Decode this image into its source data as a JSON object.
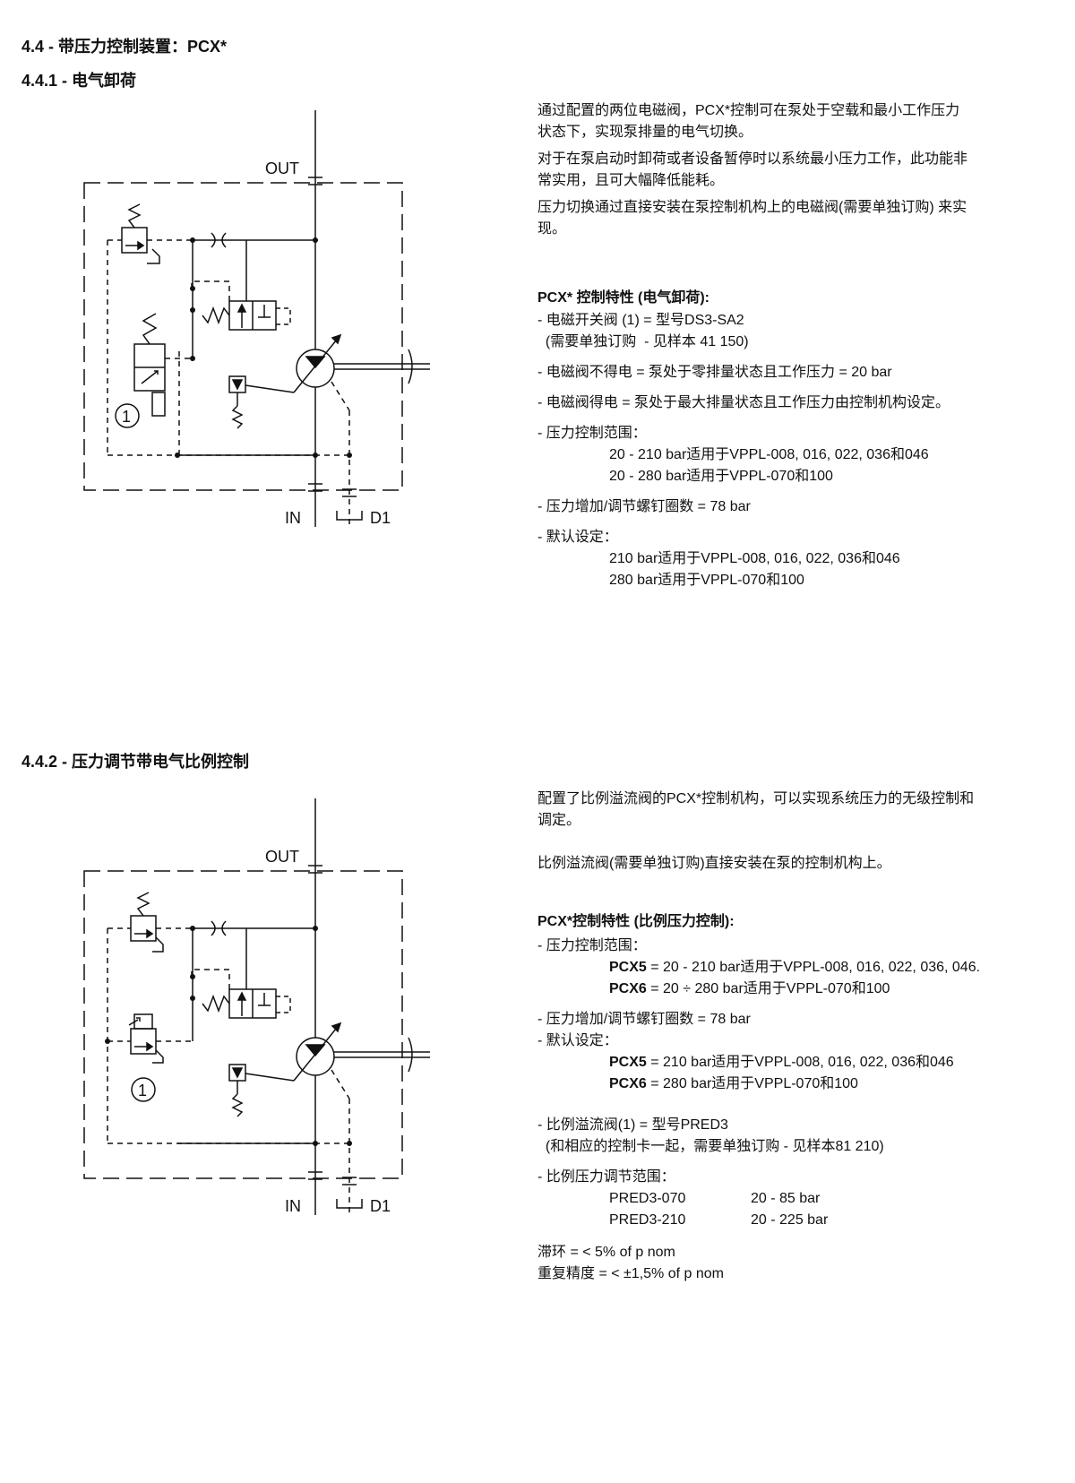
{
  "section_title": "4.4 - 带压力控制装置：PCX*",
  "s1": {
    "title": "4.4.1 - 电气卸荷",
    "intro": [
      "通过配置的两位电磁阀，PCX*控制可在泵处于空载和最小工作压力",
      "状态下，实现泵排量的电气切换。",
      "对于在泵启动时卸荷或者设备暂停时以系统最小压力工作，此功能非",
      "常实用，且可大幅降低能耗。",
      "压力切换通过直接安装在泵控制机构上的电磁阀(需要单独订购) 来实",
      "现。"
    ],
    "spec_title": "PCX* 控制特性 (电气卸荷):",
    "lines": [
      "- 电磁开关阀 (1) = 型号DS3-SA2",
      "  (需要单独订购  - 见样本 41 150)",
      "- 电磁阀不得电 = 泵处于零排量状态且工作压力 = 20 bar",
      "- 电磁阀得电 = 泵处于最大排量状态且工作压力由控制机构设定。",
      "- 压力控制范围：",
      "20 - 210 bar适用于VPPL-008, 016, 022, 036和046",
      "20 - 280 bar适用于VPPL-070和100",
      "- 压力增加/调节螺钉圈数 = 78 bar",
      "- 默认设定：",
      "210 bar适用于VPPL-008, 016, 022, 036和046",
      "280 bar适用于VPPL-070和100"
    ],
    "diagram": {
      "out": "OUT",
      "in": "IN",
      "d1": "D1",
      "callout": "1"
    }
  },
  "s2": {
    "title": "4.4.2 - 压力调节带电气比例控制",
    "intro": [
      "配置了比例溢流阀的PCX*控制机构，可以实现系统压力的无级控制和",
      "调定。",
      "比例溢流阀(需要单独订购)直接安装在泵的控制机构上。"
    ],
    "spec_title": "PCX*控制特性 (比例压力控制):",
    "range_label": "- 压力控制范围：",
    "pcx5_name": "PCX5",
    "pcx5_range": " = 20 - 210 bar适用于VPPL-008, 016, 022, 036, 046.",
    "pcx6_name": "PCX6",
    "pcx6_range": " = 20 ÷ 280 bar适用于VPPL-070和100",
    "turns": "- 压力增加/调节螺钉圈数 = 78 bar",
    "default_label": "- 默认设定：",
    "pcx5_default": " = 210 bar适用于VPPL-008, 016, 022, 036和046",
    "pcx6_default": " = 280 bar适用于VPPL-070和100",
    "pred_line": "- 比例溢流阀(1) = 型号PRED3",
    "pred_note": "  (和相应的控制卡一起，需要单独订购 - 见样本81 210)",
    "prop_range_label": "- 比例压力调节范围：",
    "models": [
      {
        "model": "PRED3-070",
        "range": "20 - 85 bar"
      },
      {
        "model": "PRED3-210",
        "range": "20 - 225 bar"
      }
    ],
    "hysteresis": "滞环 =  < 5% of p nom",
    "repeatability": "重复精度 =  < ±1,5% of p nom",
    "diagram": {
      "out": "OUT",
      "in": "IN",
      "d1": "D1",
      "callout": "1"
    }
  }
}
